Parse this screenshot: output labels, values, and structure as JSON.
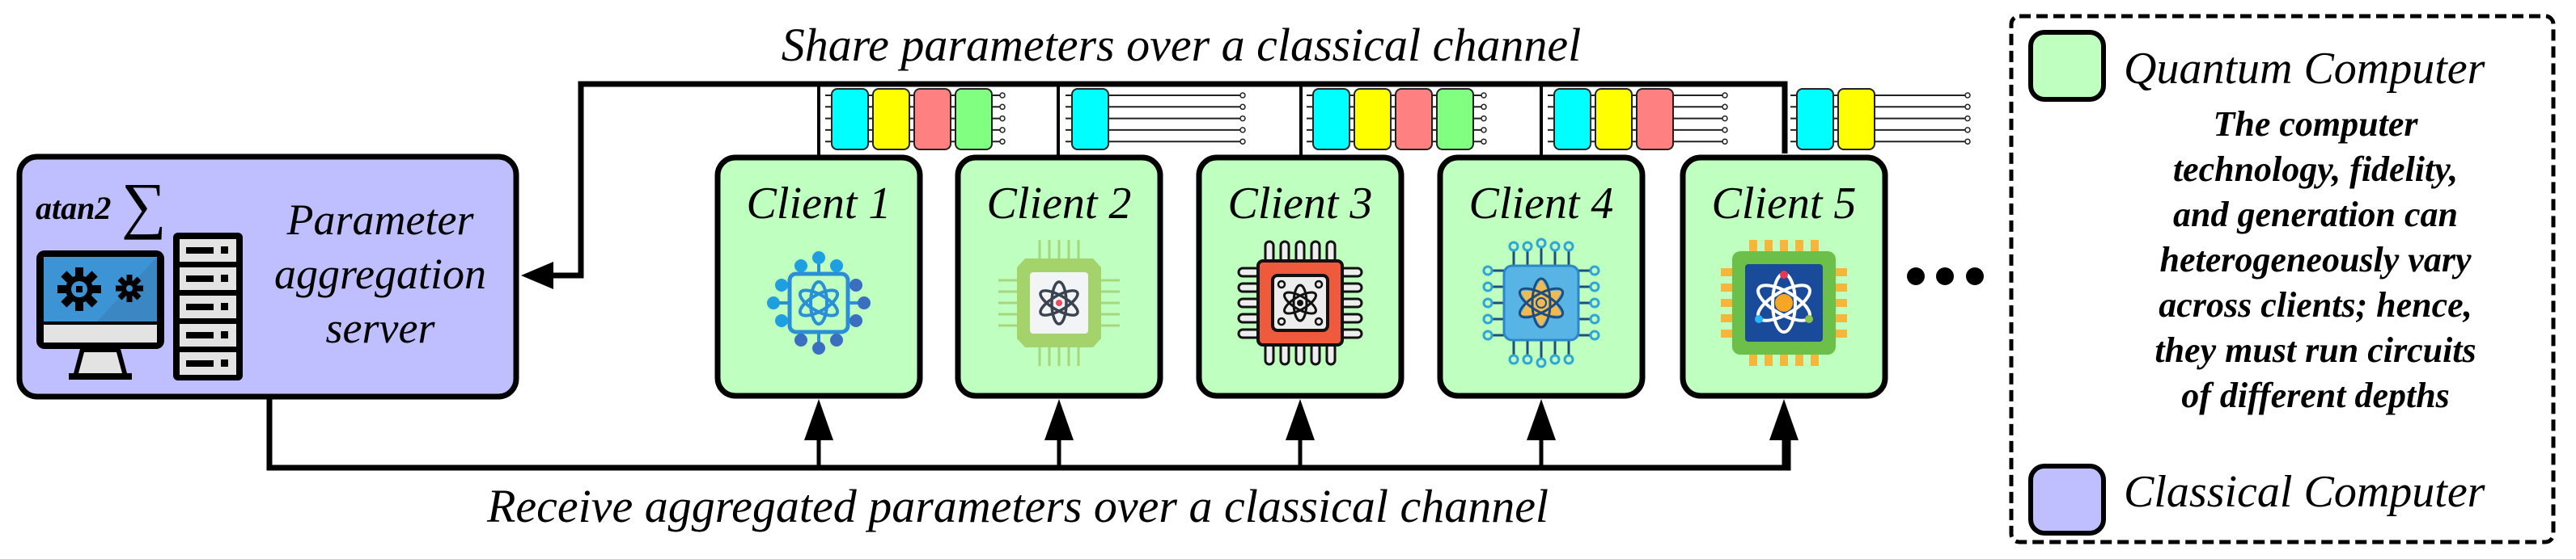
{
  "diagram": {
    "top_caption": "Share parameters over a classical channel",
    "bottom_caption": "Receive aggregated parameters over a classical channel",
    "server": {
      "label_lines": [
        "Parameter",
        "aggregation",
        "server"
      ],
      "formula_text": "atan2",
      "sigma_symbol": "∑",
      "icons": [
        "monitor-gears-icon",
        "server-rack-icon"
      ]
    },
    "clients": [
      {
        "label": "Client 1",
        "icon": "quantum-chip-circuit-icon",
        "circuit_gates": [
          "cyan",
          "yellow",
          "red",
          "green"
        ]
      },
      {
        "label": "Client 2",
        "icon": "quantum-chip-green-icon",
        "circuit_gates": [
          "cyan"
        ]
      },
      {
        "label": "Client 3",
        "icon": "quantum-chip-red-icon",
        "circuit_gates": [
          "cyan",
          "yellow",
          "red",
          "green"
        ]
      },
      {
        "label": "Client 4",
        "icon": "quantum-chip-blue-icon",
        "circuit_gates": [
          "cyan",
          "yellow",
          "red"
        ]
      },
      {
        "label": "Client 5",
        "icon": "quantum-chip-navy-icon",
        "circuit_gates": [
          "cyan",
          "yellow"
        ]
      }
    ],
    "more_clients_indicator": "•••",
    "circuit_qubits": 5
  },
  "legend": {
    "quantum_label": "Quantum Computer",
    "classical_label": "Classical Computer",
    "note_lines": [
      "The computer",
      "technology, fidelity,",
      "and generation can",
      "heterogeneously vary",
      "across clients; hence,",
      "they must run circuits",
      "of different depths"
    ]
  },
  "colors": {
    "quantum_fill": "#bfffbf",
    "classical_fill": "#bfbfff",
    "gate_cyan": "#00ffff",
    "gate_yellow": "#ffff00",
    "gate_red": "#ff8080",
    "gate_green": "#80ff80",
    "line": "#000000"
  }
}
